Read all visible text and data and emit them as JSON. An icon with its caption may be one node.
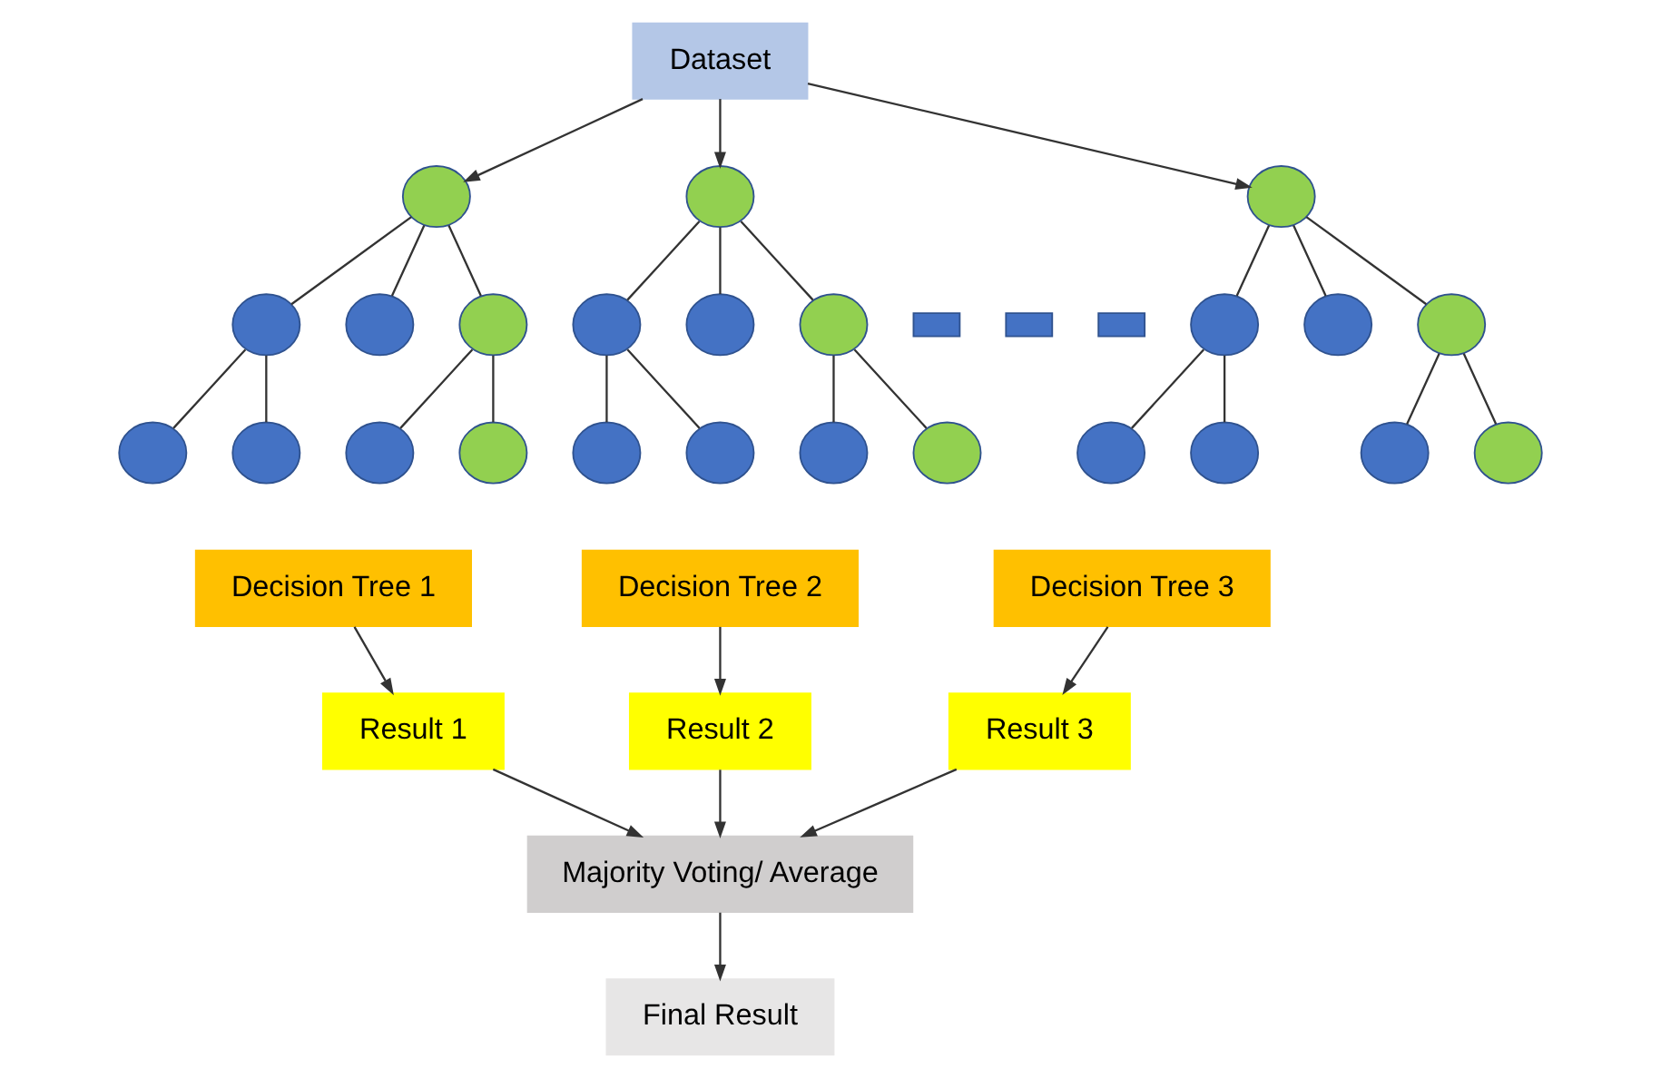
{
  "diagram": {
    "nodes": [
      {
        "text": [
          "Dataset"
        ]
      },
      {
        "text": [],
        "shape": "circle"
      },
      {
        "text": [],
        "shape": "circle"
      },
      {
        "text": [],
        "shape": "circle"
      },
      {
        "text": [],
        "shape": "circle"
      },
      {
        "text": [],
        "shape": "circle"
      },
      {
        "text": [],
        "shape": "circle"
      },
      {
        "text": [],
        "shape": "circle"
      },
      {
        "text": [],
        "shape": "circle"
      },
      {
        "text": [],
        "shape": "circle"
      },
      {
        "text": [],
        "shape": "circle"
      },
      {
        "text": [],
        "shape": "circle"
      },
      {
        "text": [],
        "shape": "circle"
      },
      {
        "text": [],
        "shape": "circle"
      },
      {
        "text": [],
        "shape": "circle"
      },
      {
        "text": [],
        "shape": "circle"
      },
      {
        "text": [],
        "shape": "circle"
      },
      {
        "text": [],
        "shape": "bar"
      },
      {
        "text": [],
        "shape": "bar"
      },
      {
        "text": [],
        "shape": "bar"
      },
      {
        "text": [],
        "shape": "circle"
      },
      {
        "text": [],
        "shape": "circle"
      },
      {
        "text": [],
        "shape": "circle"
      },
      {
        "text": [],
        "shape": "circle"
      },
      {
        "text": [],
        "shape": "circle"
      },
      {
        "text": [],
        "shape": "circle"
      },
      {
        "text": [],
        "shape": "circle"
      },
      {
        "text": [],
        "shape": "circle"
      },
      {
        "text": [
          "Decision Tree 1"
        ]
      },
      {
        "text": [
          "Decision Tree 2"
        ]
      },
      {
        "text": [
          "Decision Tree 3"
        ]
      },
      {
        "text": [
          "Result 1"
        ]
      },
      {
        "text": [
          "Result 2"
        ]
      },
      {
        "text": [
          "Result 3"
        ]
      },
      {
        "text": [
          "Majority Voting/ Average"
        ]
      },
      {
        "text": [
          "Final Result"
        ]
      }
    ],
    "edges": [
      {
        "from": 0,
        "to": 1,
        "arrow": "to"
      },
      {
        "from": 0,
        "to": 9,
        "arrow": "to"
      },
      {
        "from": 0,
        "to": 20,
        "arrow": "to"
      },
      {
        "from": 1,
        "to": 2,
        "arrow": "none"
      },
      {
        "from": 1,
        "to": 3,
        "arrow": "none"
      },
      {
        "from": 1,
        "to": 4,
        "arrow": "none"
      },
      {
        "from": 2,
        "to": 5,
        "arrow": "none"
      },
      {
        "from": 2,
        "to": 6,
        "arrow": "none"
      },
      {
        "from": 4,
        "to": 7,
        "arrow": "none"
      },
      {
        "from": 4,
        "to": 8,
        "arrow": "none"
      },
      {
        "from": 9,
        "to": 10,
        "arrow": "none"
      },
      {
        "from": 9,
        "to": 11,
        "arrow": "none"
      },
      {
        "from": 9,
        "to": 12,
        "arrow": "none"
      },
      {
        "from": 10,
        "to": 13,
        "arrow": "none"
      },
      {
        "from": 10,
        "to": 14,
        "arrow": "none"
      },
      {
        "from": 12,
        "to": 15,
        "arrow": "none"
      },
      {
        "from": 12,
        "to": 16,
        "arrow": "none"
      },
      {
        "from": 20,
        "to": 21,
        "arrow": "none"
      },
      {
        "from": 20,
        "to": 22,
        "arrow": "none"
      },
      {
        "from": 20,
        "to": 23,
        "arrow": "none"
      },
      {
        "from": 21,
        "to": 24,
        "arrow": "none"
      },
      {
        "from": 21,
        "to": 25,
        "arrow": "none"
      },
      {
        "from": 23,
        "to": 26,
        "arrow": "none"
      },
      {
        "from": 23,
        "to": 27,
        "arrow": "none"
      },
      {
        "from": 28,
        "to": 31,
        "arrow": "to"
      },
      {
        "from": 29,
        "to": 32,
        "arrow": "to"
      },
      {
        "from": 30,
        "to": 33,
        "arrow": "to"
      },
      {
        "from": 31,
        "to": 34,
        "arrow": "to"
      },
      {
        "from": 32,
        "to": 34,
        "arrow": "to"
      },
      {
        "from": 33,
        "to": 34,
        "arrow": "to"
      },
      {
        "from": 34,
        "to": 35,
        "arrow": "to"
      }
    ]
  }
}
